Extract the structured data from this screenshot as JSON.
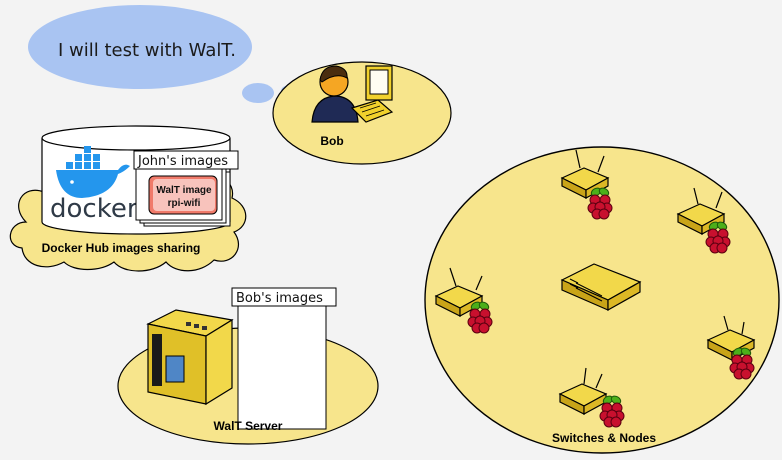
{
  "thought_bubble": {
    "text": "I will test with WalT."
  },
  "bob": {
    "label": "Bob"
  },
  "docker_hub": {
    "label": "Docker Hub images sharing",
    "logo_word": "docker",
    "johns_images_tag": "John's images",
    "card_line1": "WalT image",
    "card_line2": "rpi-wifi"
  },
  "walt_server": {
    "label": "WalT Server",
    "bobs_images_tag": "Bob's images"
  },
  "network": {
    "label": "Switches & Nodes"
  },
  "colors": {
    "bubble": "#a9c4f2",
    "area": "#f7e58c",
    "switch": "#e8c830",
    "raspberry": "#c8102e",
    "leaf": "#4caf1a",
    "docker_blue": "#2496ed",
    "card_red": "#f07a6a"
  }
}
